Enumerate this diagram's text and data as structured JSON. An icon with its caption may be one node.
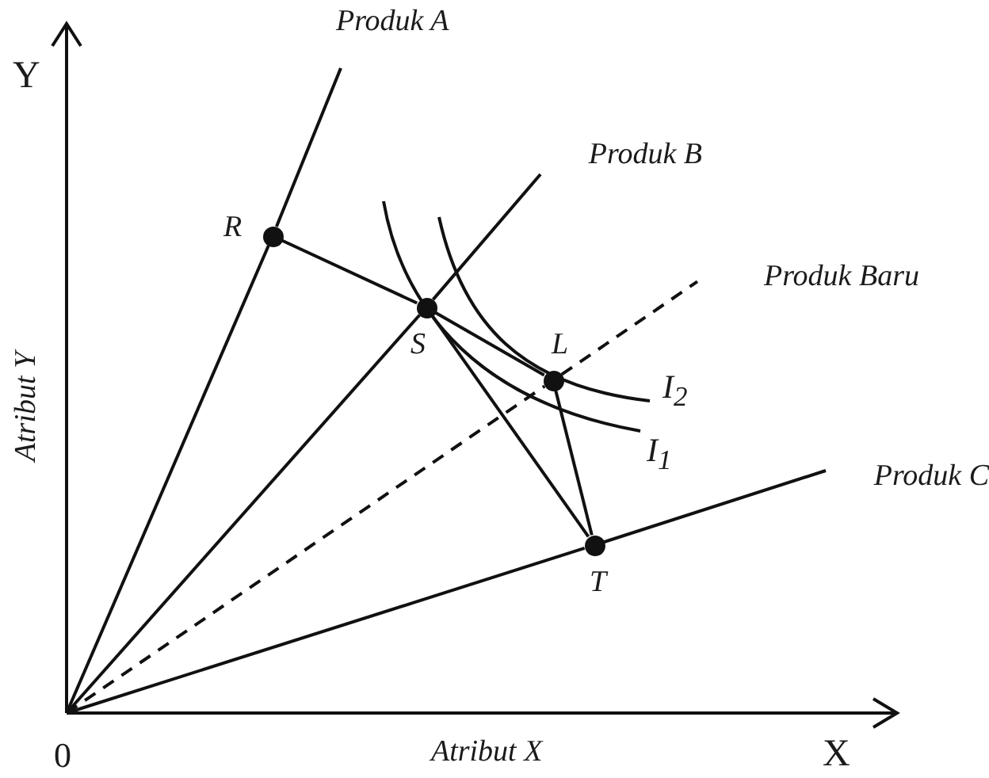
{
  "diagram": {
    "nodes": [
      {
        "text": [
          "0"
        ]
      },
      {
        "text": [
          "Produk A"
        ]
      },
      {
        "text": [
          "Produk B"
        ]
      },
      {
        "text": [
          "Produk Baru"
        ]
      },
      {
        "text": [
          "Produk C"
        ]
      },
      {
        "text": [],
        "shape": "circle",
        "beside": [
          "R"
        ]
      },
      {
        "text": [],
        "shape": "circle",
        "beside": [
          "S"
        ]
      },
      {
        "text": [],
        "shape": "circle",
        "beside": [
          "L"
        ]
      },
      {
        "text": [],
        "shape": "circle",
        "beside": [
          "T"
        ]
      }
    ],
    "edges": [
      {
        "from": 0,
        "to": 5,
        "arrow": "none"
      },
      {
        "from": 5,
        "to": 1,
        "arrow": "none"
      },
      {
        "from": 0,
        "to": 6,
        "arrow": "none"
      },
      {
        "from": 6,
        "to": 2,
        "arrow": "none"
      },
      {
        "from": 0,
        "to": 7,
        "arrow": "none",
        "style": "dashed"
      },
      {
        "from": 7,
        "to": 3,
        "arrow": "none",
        "style": "dashed"
      },
      {
        "from": 0,
        "to": 8,
        "arrow": "none"
      },
      {
        "from": 8,
        "to": 4,
        "arrow": "none"
      },
      {
        "from": 5,
        "to": 6,
        "arrow": "none"
      },
      {
        "from": 6,
        "to": 7,
        "arrow": "none"
      },
      {
        "from": 6,
        "to": 8,
        "arrow": "none"
      },
      {
        "from": 7,
        "to": 8,
        "arrow": "none"
      }
    ],
    "labels": [
      "Y",
      "I$_{2}$",
      "I$_{1}$",
      "Atribut Y",
      "X",
      "Atribut X"
    ]
  }
}
